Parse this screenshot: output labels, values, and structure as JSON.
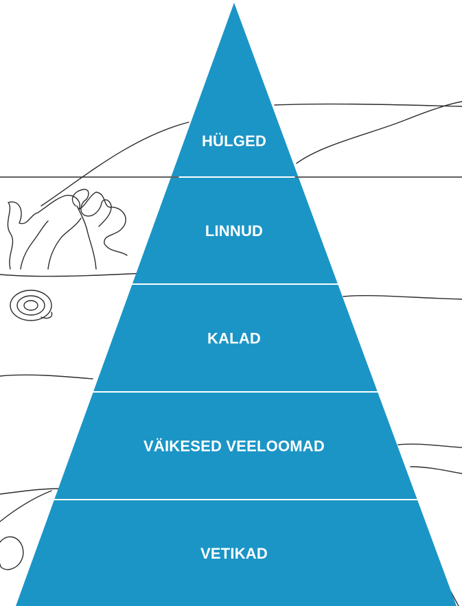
{
  "diagram": {
    "levels": [
      {
        "label": "HÜLGED"
      },
      {
        "label": "LINNUD"
      },
      {
        "label": "KALAD"
      },
      {
        "label": "VÄIKESED VEELOOMAD"
      },
      {
        "label": "VETIKAD"
      }
    ],
    "colors": {
      "pyramid_fill": "#1b95c6",
      "separator": "#ffffff",
      "sketch_lines": "#2b2b2b",
      "background": "#ffffff"
    }
  }
}
